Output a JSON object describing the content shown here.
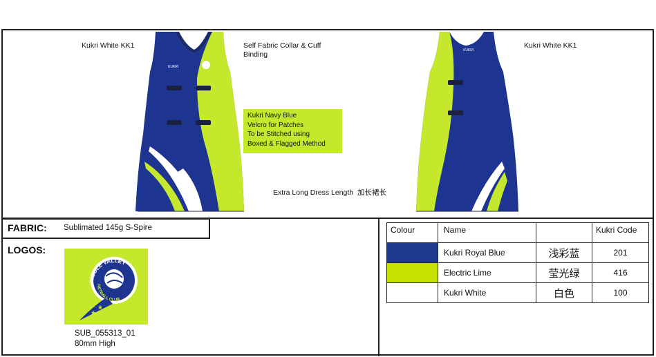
{
  "annotations": {
    "kukri_white_left": "Kukri White KK1",
    "collar_line1": "Self Fabric Collar & Cuff",
    "collar_line2": "Binding",
    "kukri_white_right": "Kukri White KK1",
    "velcro_lines": [
      "Kukri Navy Blue",
      "Velcro for Patches",
      "To be Stitched using",
      "Boxed & Flagged Method"
    ],
    "dress_length": "Extra Long Dress Length  加长裙长"
  },
  "fabric": {
    "label": "FABRIC:",
    "value": "Sublimated 145g S-Spire"
  },
  "logos": {
    "label": "LOGOS:",
    "logo_text_top": "RIBBLE VALLEY",
    "logo_text_bottom": "NETBALL CLUB",
    "code": "SUB_055313_01",
    "size": "80mm High"
  },
  "colour_table": {
    "headers": [
      "Colour",
      "Name",
      "",
      "Kukri Code"
    ],
    "rows": [
      {
        "swatch": "#1d3a8f",
        "name": "Kukri Royal Blue",
        "chinese": "浅彩蓝",
        "code": "201"
      },
      {
        "swatch": "#c6e000",
        "name": "Electric Lime",
        "chinese": "莹光绿",
        "code": "416"
      },
      {
        "swatch": "#ffffff",
        "name": "Kukri White",
        "chinese": "白色",
        "code": "100"
      }
    ]
  },
  "colors": {
    "navy": "#1d3590",
    "lime": "#c6e82c",
    "dark_navy": "#1a2040",
    "text": "#111111"
  }
}
